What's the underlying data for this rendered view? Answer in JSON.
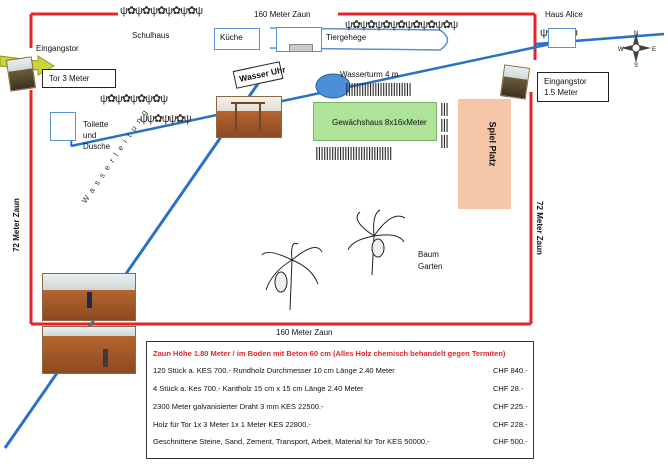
{
  "fences": {
    "top": "160 Meter Zaun",
    "bottom": "160 Meter Zaun",
    "left": "72 Meter Zaun",
    "right": "72 Meter Zaun"
  },
  "places": {
    "schulhaus": "Schulhaus",
    "kueche": "Küche",
    "tiergehege": "Tiergehege",
    "haus_alice": "Haus Alice",
    "wasser_uhr": "Wasser Uhr",
    "wasserturm": "Wasserturm 4 m",
    "gewaechshaus": "Gewächshaus 8x16xMeter",
    "spiel_platz": "Spiel Platz",
    "toilette_line1": "Toilette",
    "toilette_line2": "und",
    "toilette_line3": "Dusche",
    "baum_line1": "Baum",
    "baum_line2": "Garten",
    "eingangstor_left": "Eingangstor",
    "tor_left": "Tor  3 Meter",
    "eingangstor_right_line1": "Eingangstor",
    "eingangstor_right_line2": "1.5 Meter",
    "wasserleitung": "Wasserleitung"
  },
  "compass": {
    "n": "N",
    "s": "S",
    "e": "E",
    "w": "W"
  },
  "colors": {
    "fence": "#e8232a",
    "pipe": "#2a72c4",
    "box_border": "#5b8fd6",
    "greenhouse": "#aee39a",
    "playground": "#f6c6a8",
    "water_tower": "#4a8fd8",
    "heading_red": "#e8232a"
  },
  "table": {
    "heading": "Zaun Höhe 1.80 Meter / im Boden mit Beton 60 cm  (Alles Holz chemisch behandelt gegen Termiten)",
    "rows": [
      {
        "desc": "120 Stück a. KES 700.-  Rundholz Durchmesser 10 cm Länge 2.40 Meter",
        "price": "CHF 840.-"
      },
      {
        "desc": "4 Stück a. Kes 700.- Kantholz  15 cm x 15 cm  Länge 2.40 Meter",
        "price": "CHF 28.-"
      },
      {
        "desc": "2300 Meter galvanisierter Draht  3 mm KES 22500.-",
        "price": "CHF 225.-"
      },
      {
        "desc": "Holz für Tor   1x 3 Meter 1x 1 Meter KES 22800.-",
        "price": "CHF 228.-"
      },
      {
        "desc": "Geschnittene Steine, Sand, Zement, Transport, Arbeit, Material für Tor  KES 50000.-",
        "price": "CHF 500.-"
      }
    ]
  }
}
